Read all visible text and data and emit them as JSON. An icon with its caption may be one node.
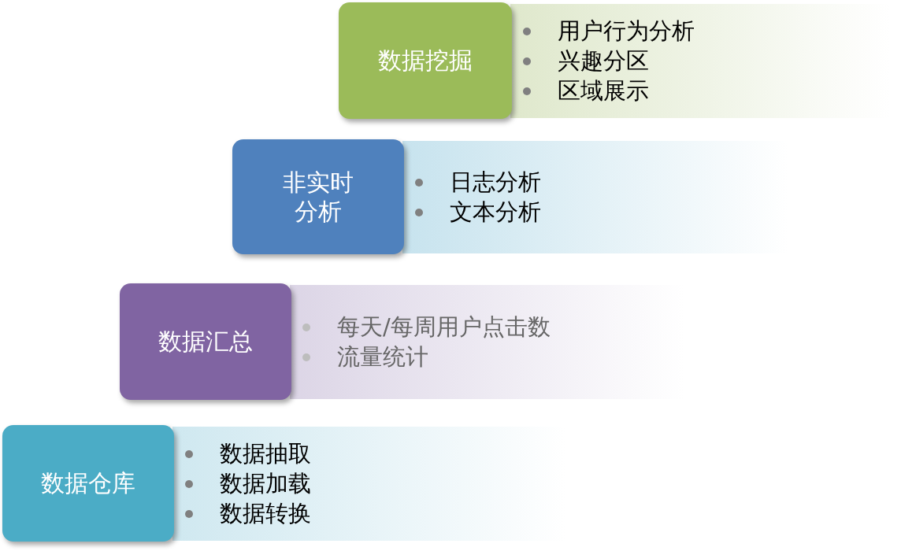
{
  "diagram": {
    "nodes": [
      {
        "text": [
          "数据挖掘"
        ]
      },
      {
        "text": [
          "用户行为分析",
          "兴趣分区",
          "区域展示"
        ]
      },
      {
        "text": [
          "非实时分析"
        ]
      },
      {
        "text": [
          "日志分析",
          "文本分析"
        ]
      },
      {
        "text": [
          "数据汇总"
        ]
      },
      {
        "text": [
          "每天/每周用户点击数",
          "流量统计"
        ]
      },
      {
        "text": [
          "数据仓库"
        ]
      },
      {
        "text": [
          "数据抽取",
          "数据加载",
          "数据转换"
        ]
      }
    ]
  }
}
